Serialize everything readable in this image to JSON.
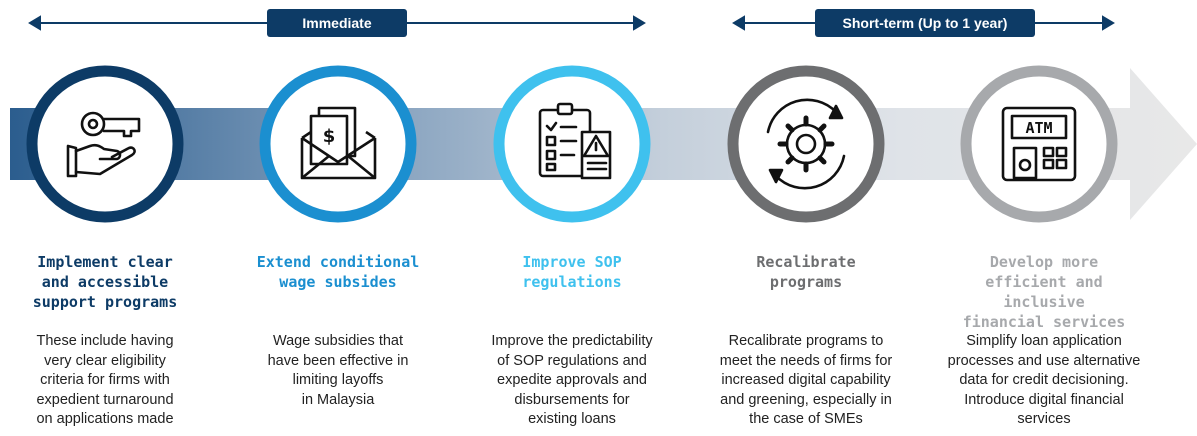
{
  "timeline": {
    "immediate_label": "Immediate",
    "shortterm_label": "Short-term (Up to 1 year)"
  },
  "colors": {
    "navy": "#0d3b66",
    "blue": "#1b8fd0",
    "light_blue": "#3fc1ee",
    "dark_gray": "#6d6e70",
    "light_gray": "#a7a9ac"
  },
  "items": [
    {
      "icon": "key-in-hand-icon",
      "title": "Implement clear\nand accessible\nsupport programs",
      "description": "These include having\nvery clear eligibility\ncriteria for firms with\nexpedient turnaround\non applications made"
    },
    {
      "icon": "envelope-dollar-icon",
      "title": "Extend conditional\nwage subsides",
      "description": "Wage subsidies that\nhave been effective in\nlimiting layoffs\nin Malaysia"
    },
    {
      "icon": "clipboard-checklist-warning-icon",
      "title": "Improve SOP\nregulations",
      "description": "Improve the predictability\nof SOP regulations and\nexpedite approvals and\ndisbursements for\nexisting loans"
    },
    {
      "icon": "gear-cycle-icon",
      "title": "Recalibrate\nprograms",
      "description": "Recalibrate programs to\nmeet the needs of firms for\nincreased digital capability\nand greening, especially in\nthe case of SMEs"
    },
    {
      "icon": "atm-machine-icon",
      "title": "Develop more\nefficient and inclusive\nfinancial services",
      "description": "Simplify loan application\nprocesses and use alternative\ndata for credit decisioning.\nIntroduce digital financial\nservices"
    }
  ],
  "atm_text": "ATM",
  "dollar_text": "$"
}
